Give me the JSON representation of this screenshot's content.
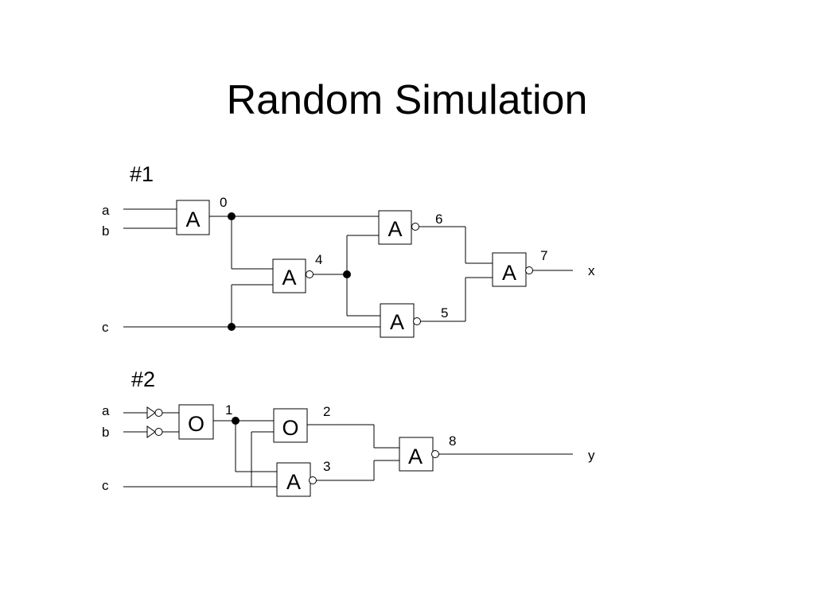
{
  "title": "Random Simulation",
  "circuit1": {
    "label": "#1",
    "inputs": [
      "a",
      "b",
      "c"
    ],
    "output": "x",
    "gates": [
      "A",
      "A",
      "A",
      "A",
      "A"
    ],
    "nodes": [
      "0",
      "4",
      "6",
      "5",
      "7"
    ]
  },
  "circuit2": {
    "label": "#2",
    "inputs": [
      "a",
      "b",
      "c"
    ],
    "output": "y",
    "gates": [
      "O",
      "O",
      "A",
      "A"
    ],
    "nodes": [
      "1",
      "2",
      "3",
      "8"
    ]
  }
}
